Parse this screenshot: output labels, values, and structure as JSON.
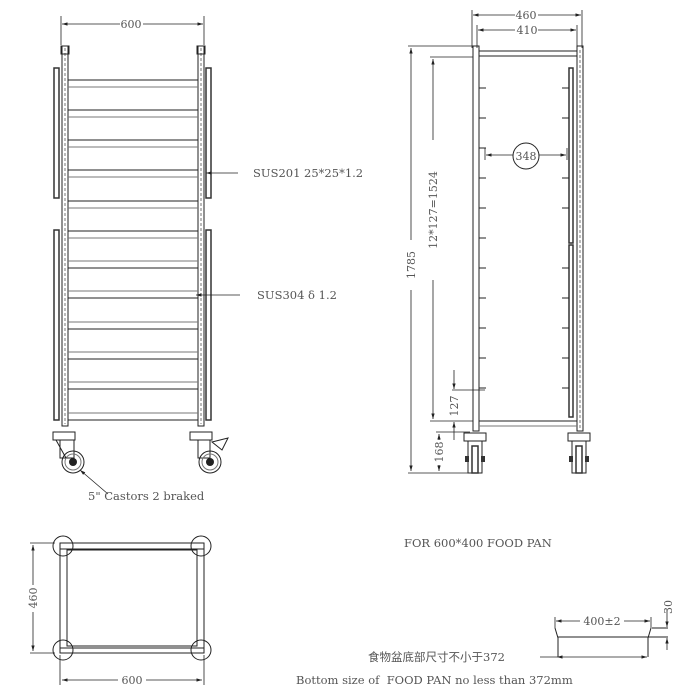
{
  "drawing": {
    "title": "Food pan rack trolley engineering drawing",
    "front_view": {
      "width_dim": "600",
      "frame_label": "SUS201 25*25*1.2",
      "runner_label": "SUS304 δ 1.2",
      "castors_label": "5\" Castors 2 braked",
      "runner_count": 13
    },
    "side_view": {
      "overall_width_dim": "460",
      "inner_width_dim": "410",
      "runner_depth_dim": "348",
      "overall_height_dim": "1785",
      "runner_span_dim": "12*127=1524",
      "runner_pitch_dim": "127",
      "bottom_clearance_dim": "168"
    },
    "top_view": {
      "depth_dim": "460",
      "width_dim": "600"
    },
    "notes": {
      "pan_size": "FOR 600*400 FOOD PAN",
      "pan_detail_width": "400±2",
      "pan_detail_height": "30",
      "pan_bottom_cn": "食物盆底部尺寸不小于372",
      "pan_bottom_en": "Bottom size of  FOOD PAN no less than 372mm"
    }
  }
}
